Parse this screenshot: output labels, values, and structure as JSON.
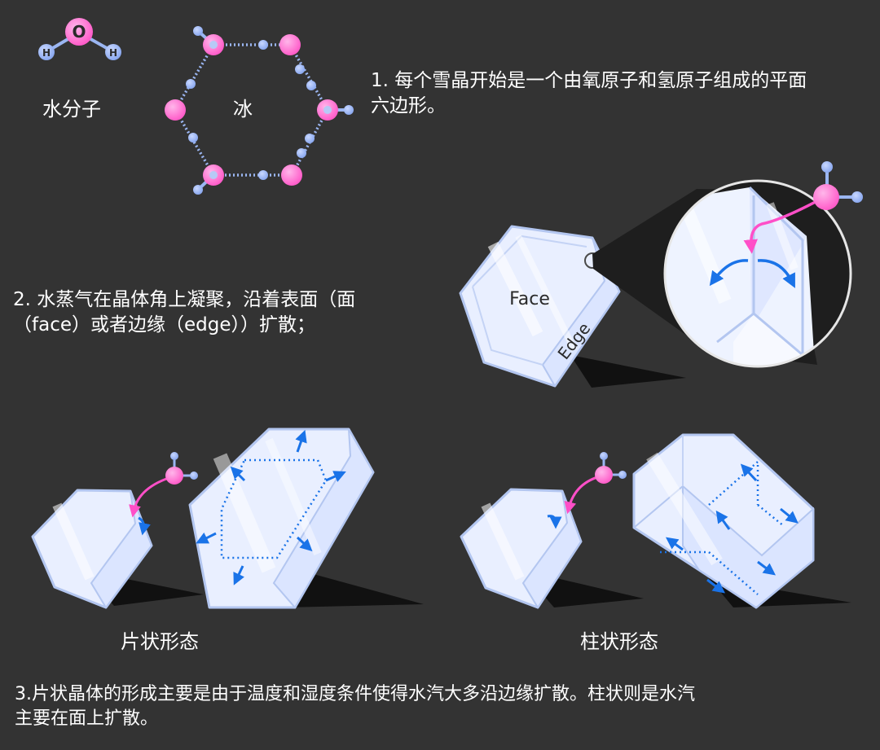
{
  "labels": {
    "water_molecule": "水分子",
    "ice": "冰",
    "atom_h": "H",
    "atom_o": "O",
    "face": "Face",
    "edge": "Edge",
    "plate_form": "片状形态",
    "column_form": "柱状形态"
  },
  "steps": {
    "step1_line1": "1. 每个雪晶开始是一个由氧原子和氢原子组成的平面",
    "step1_line2": "六边形。",
    "step2_line1": "2. 水蒸气在晶体角上凝聚，沿着表面（面",
    "step2_line2": "（face）或者边缘（edge））扩散；",
    "step3_line1": "3.片状晶体的形成主要是由于温度和湿度条件使得水汽大多沿边缘扩散。柱状则是水汽",
    "step3_line2": "主要在面上扩散。"
  },
  "colors": {
    "background": "#333333",
    "oxygen": "#ff6fd0",
    "hydrogen": "#9bb6f2",
    "crystal_face": "#eef3ff",
    "crystal_edge": "#b9c9f2",
    "arrow_blue": "#1a73e8",
    "arrow_pink": "#ff4fc8",
    "shadow": "#111111"
  }
}
